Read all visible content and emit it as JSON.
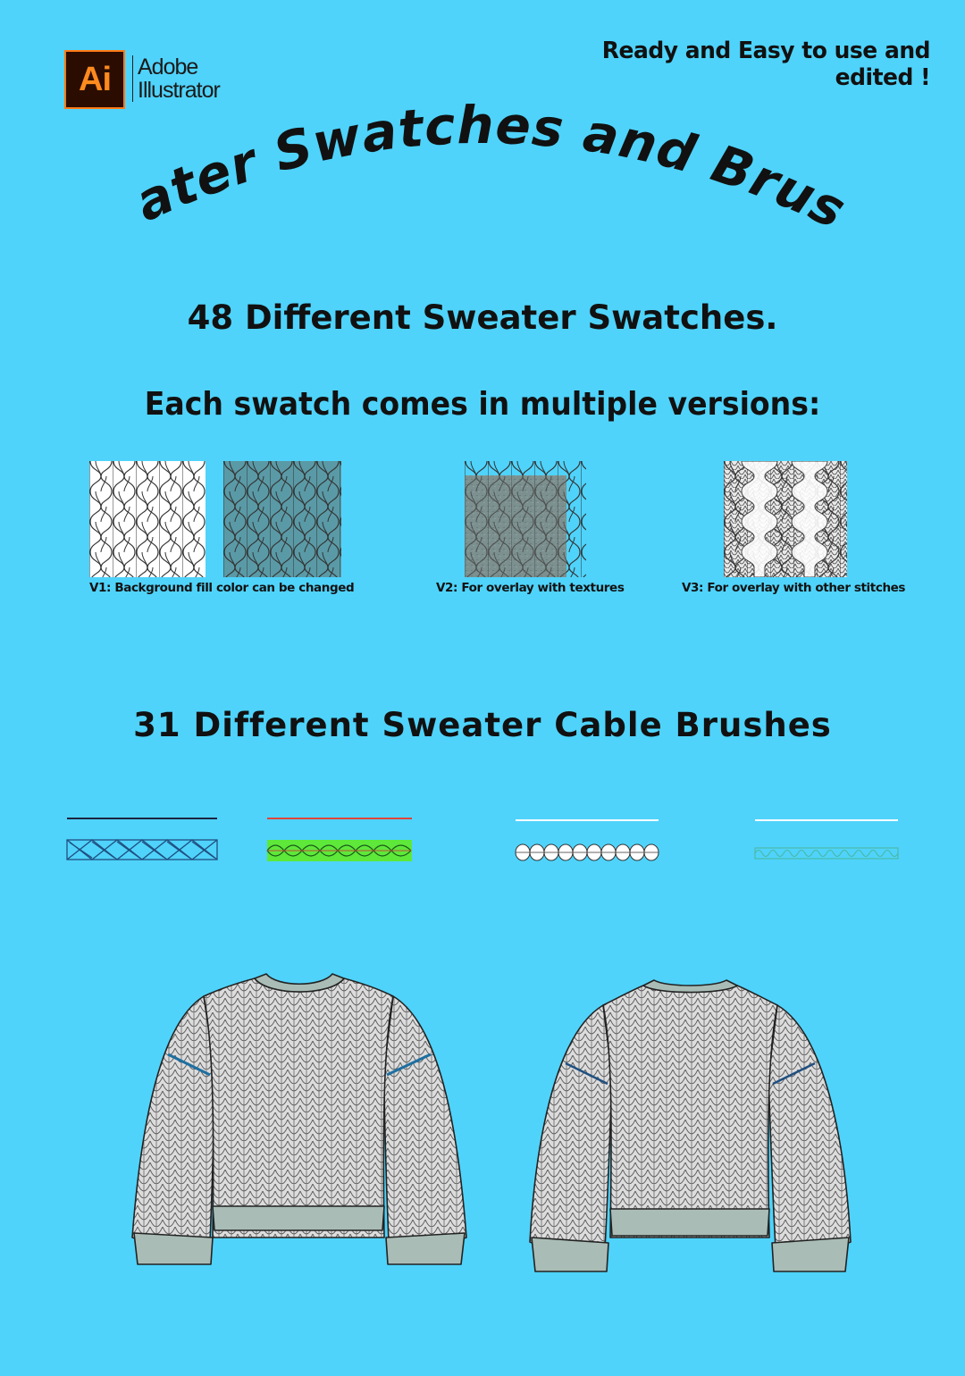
{
  "logo": {
    "mark": "Ai",
    "line1": "Adobe",
    "line2": "Illustrator",
    "mark_color": "#ff8a1e",
    "mark_bg": "#2a0d00"
  },
  "tagline": "Ready and Easy to use and edited !",
  "title": "Sweater Swatches and Brushes",
  "swatch_heading": "48 Different Sweater Swatches.",
  "versions_heading": "Each swatch comes in multiple versions:",
  "versions": [
    {
      "caption": "V1: Background fill color can be changed"
    },
    {
      "caption": "V2: For overlay with textures"
    },
    {
      "caption": "V3: For overlay with other stitches"
    }
  ],
  "brush_heading": "31 Different Sweater Cable Brushes",
  "brushes": [
    {
      "line_color": "#1c2540",
      "pattern_color": "#1f6fa0",
      "icon": "diamond-cable-brush"
    },
    {
      "line_color": "#e0443a",
      "pattern_color": "#5ee83a",
      "icon": "braid-cable-brush"
    },
    {
      "line_color": "#ffffff",
      "pattern_color": "#ffffff",
      "icon": "loop-cable-brush"
    },
    {
      "line_color": "#ffffff",
      "pattern_color": "#4ab7a0",
      "icon": "twist-cable-brush"
    }
  ],
  "colors": {
    "background": "#4fd3fb",
    "sweater_body": "#dcdcdc",
    "sweater_rib": "#a9bdb6"
  },
  "sweaters": [
    {
      "icon": "sweater-front-flat-sketch"
    },
    {
      "icon": "sweater-back-flat-sketch"
    }
  ]
}
